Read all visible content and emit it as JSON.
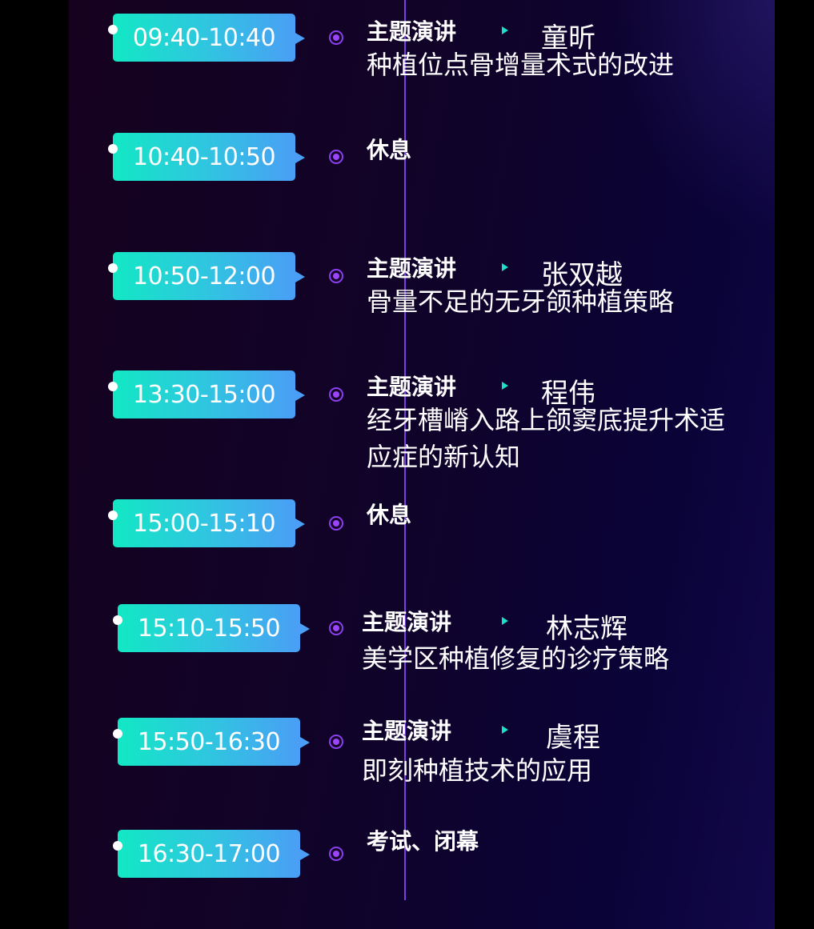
{
  "schedule": [
    {
      "time": "09:40-10:40",
      "title": "主题演讲",
      "speaker": "童昕",
      "topic": "种植位点骨增量术式的改进"
    },
    {
      "time": "10:40-10:50",
      "title": "休息"
    },
    {
      "time": "10:50-12:00",
      "title": "主题演讲",
      "speaker": "张双越",
      "topic": "骨量不足的无牙颌种植策略"
    },
    {
      "time": "13:30-15:00",
      "title": "主题演讲",
      "speaker": "程伟",
      "topic": "经牙槽嵴入路上颌窦底提升术适应症的新认知"
    },
    {
      "time": "15:00-15:10",
      "title": "休息"
    },
    {
      "time": "15:10-15:50",
      "title": "主题演讲",
      "speaker": "林志辉",
      "topic": "美学区种植修复的诊疗策略"
    },
    {
      "time": "15:50-16:30",
      "title": "主题演讲",
      "speaker": "虞程",
      "topic": "即刻种植技术的应用"
    },
    {
      "time": "16:30-17:00",
      "title": "考试、闭幕"
    }
  ],
  "colors": {
    "accent_start": "#12e8c4",
    "accent_end": "#4a9ef5",
    "line": "#7b3fe4"
  }
}
